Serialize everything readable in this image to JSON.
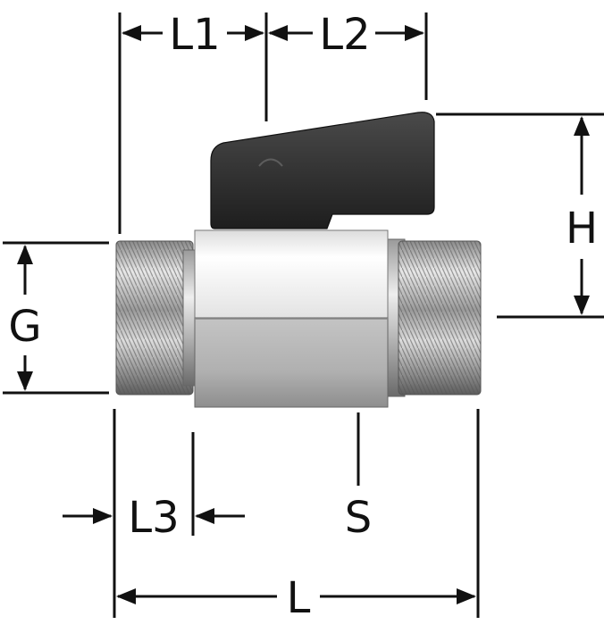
{
  "labels": {
    "l1": "L1",
    "l2": "L2",
    "h": "H",
    "g": "G",
    "l3": "L3",
    "s": "S",
    "l": "L"
  },
  "colors": {
    "line": "#111111",
    "handle": "#2e2e2e",
    "metal_light": "#f2f2f2",
    "metal_mid": "#bdbdbd",
    "metal_dark": "#6e6e6e"
  }
}
